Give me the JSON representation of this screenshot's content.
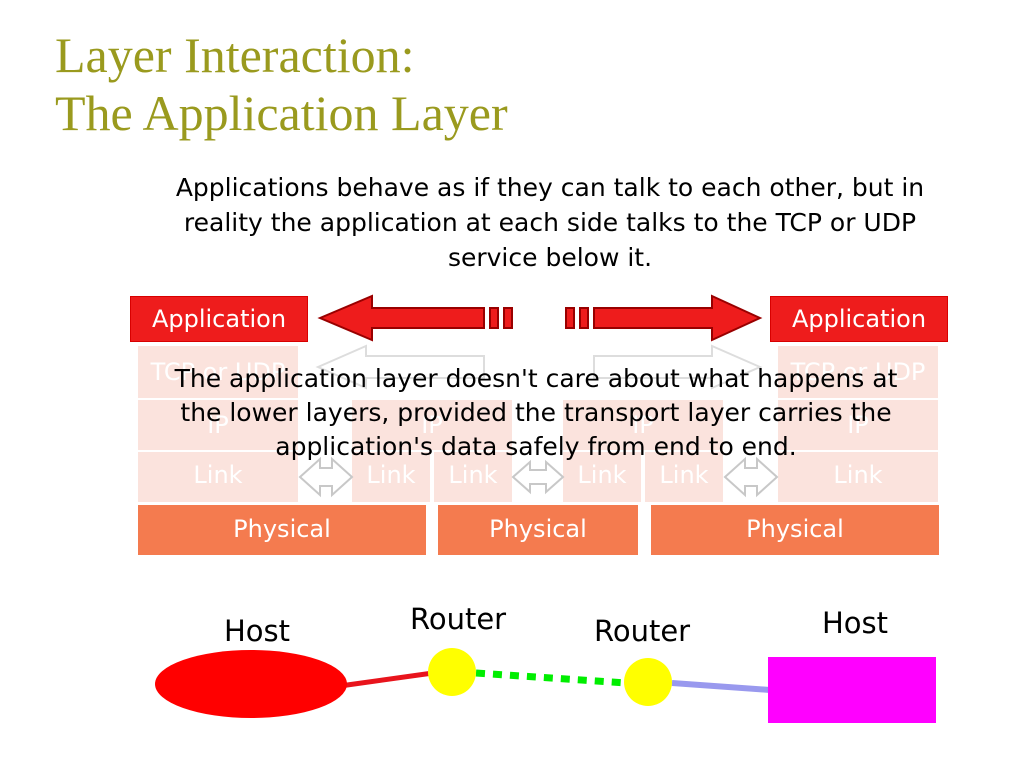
{
  "title": {
    "line1": "Layer Interaction:",
    "line2": "The Application Layer"
  },
  "intro_text": "Applications behave as if they can talk to each other, but in reality the application at each side talks to the TCP or UDP service below it.",
  "stack": {
    "left_app": "Application",
    "right_app": "Application",
    "left_tcp": "TCP or UDP",
    "right_tcp": "TCP or UDP",
    "left_ip": "IP",
    "mid1_ip": "IP",
    "mid2_ip": "IP",
    "right_ip": "IP",
    "left_link": "Link",
    "mid1_link_a": "Link",
    "mid1_link_b": "Link",
    "mid2_link_a": "Link",
    "mid2_link_b": "Link",
    "right_link": "Link",
    "phys1": "Physical",
    "phys2": "Physical",
    "phys3": "Physical"
  },
  "overlay_text": "The application layer doesn't care about what happens at the lower layers, provided the transport layer carries the application's data safely from end to end.",
  "topology": {
    "host_left": "Host",
    "router_left": "Router",
    "router_right": "Router",
    "host_right": "Host"
  },
  "colors": {
    "title": "#9a9a1e",
    "application": "#ee1c1c",
    "physical": "#f47b4f",
    "faded_layer": "#fbe3dd",
    "host_left": "#ff0000",
    "router": "#ffff00",
    "host_right": "#ff00ff",
    "link_green": "#00ee00",
    "link_blue": "#9999ee"
  }
}
